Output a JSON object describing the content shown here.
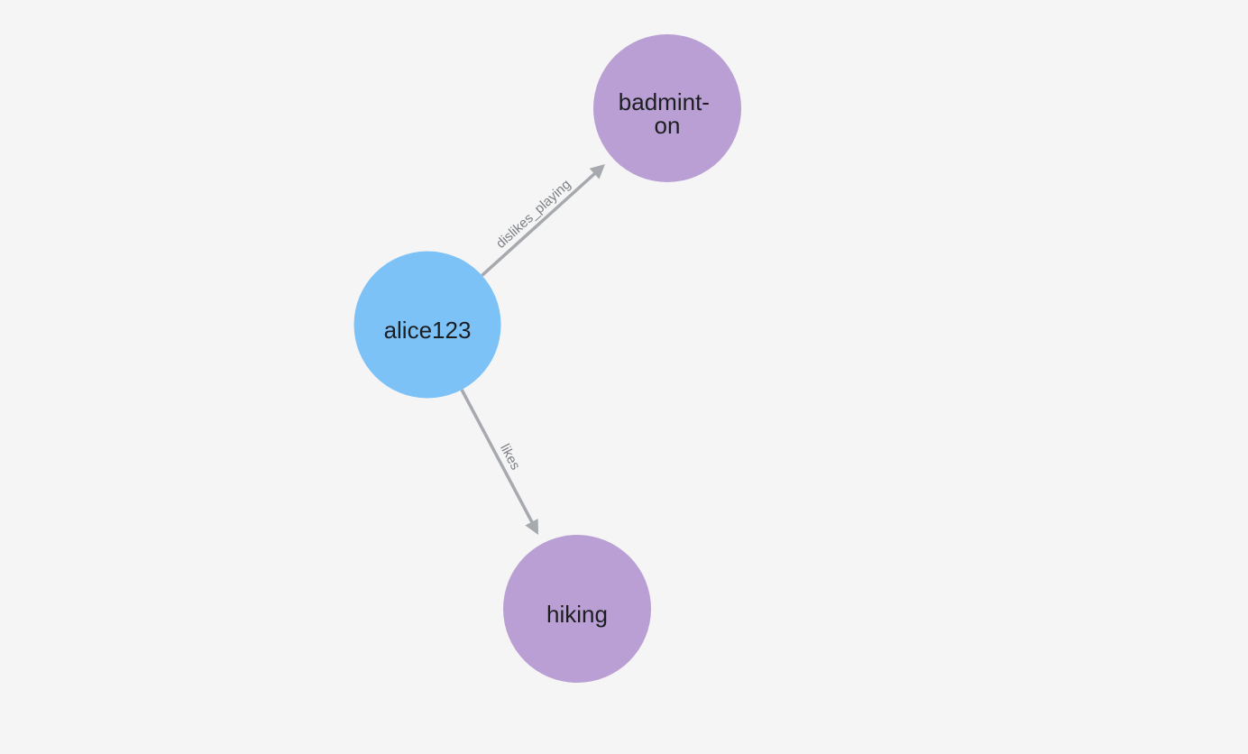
{
  "canvas": {
    "background_color": "#f5f5f6"
  },
  "graph": {
    "theme": {
      "edge_color": "#a6a9ae",
      "edge_label_color": "#7c8085",
      "node_label_color": "#1c1e21",
      "person_node_color": "#7dc2f7",
      "hobby_node_color": "#b99fd3"
    },
    "nodes": [
      {
        "id": "alice123",
        "label": "alice123",
        "color": "#7dc2f7"
      },
      {
        "id": "badminton",
        "label": "badminton",
        "display_lines": [
          "badmint-",
          "on"
        ],
        "color": "#b99fd3"
      },
      {
        "id": "hiking",
        "label": "hiking",
        "color": "#b99fd3"
      }
    ],
    "edges": [
      {
        "from": "alice123",
        "to": "badminton",
        "label": "dislikes_playing"
      },
      {
        "from": "alice123",
        "to": "hiking",
        "label": "likes"
      }
    ]
  }
}
